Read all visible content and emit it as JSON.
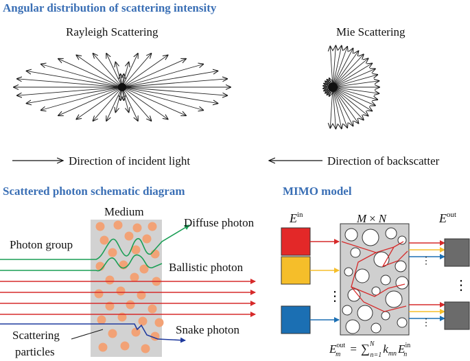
{
  "sections": {
    "angular": "Angular distribution of scattering intensity",
    "scattered": "Scattered photon schematic diagram",
    "mimo": "MIMO model"
  },
  "angular": {
    "rayleigh_title": "Rayleigh Scattering",
    "mie_title": "Mie Scattering",
    "incident_label": "Direction of incident light",
    "backscatter_label": "Direction of backscatter"
  },
  "scattered": {
    "medium": "Medium",
    "photon_group": "Photon group",
    "diffuse": "Diffuse photon",
    "ballistic": "Ballistic photon",
    "snake": "Snake photon",
    "particles_line1": "Scattering",
    "particles_line2": "particles"
  },
  "mimo": {
    "e_in_base": "E",
    "e_in_sup": "in",
    "size_m": "M",
    "size_times": "×",
    "size_n": "N",
    "e_out_base": "E",
    "e_out_sup": "out",
    "dots": "⋮",
    "eq_lhs_base": "E",
    "eq_lhs_sup": "out",
    "eq_lhs_sub": "m",
    "eq_equals": "=",
    "eq_sum": "∑",
    "eq_sum_top": "N",
    "eq_sum_bottom": "n=1",
    "eq_k": "k",
    "eq_k_sub": "mn",
    "eq_rhs_base": "E",
    "eq_rhs_sup": "in",
    "eq_rhs_sub": "n"
  },
  "colors": {
    "heading_blue": "#3a6fb5",
    "red": "#d62a2a",
    "green": "#1a9e55",
    "blue": "#1f3a9e",
    "orange": "#f2a23a",
    "yellow": "#f5be2a",
    "input_blue": "#1b6fb3",
    "medium_gray": "#d2d2d2",
    "particle": "#f2a276",
    "out_gray": "#6b6b6b"
  }
}
